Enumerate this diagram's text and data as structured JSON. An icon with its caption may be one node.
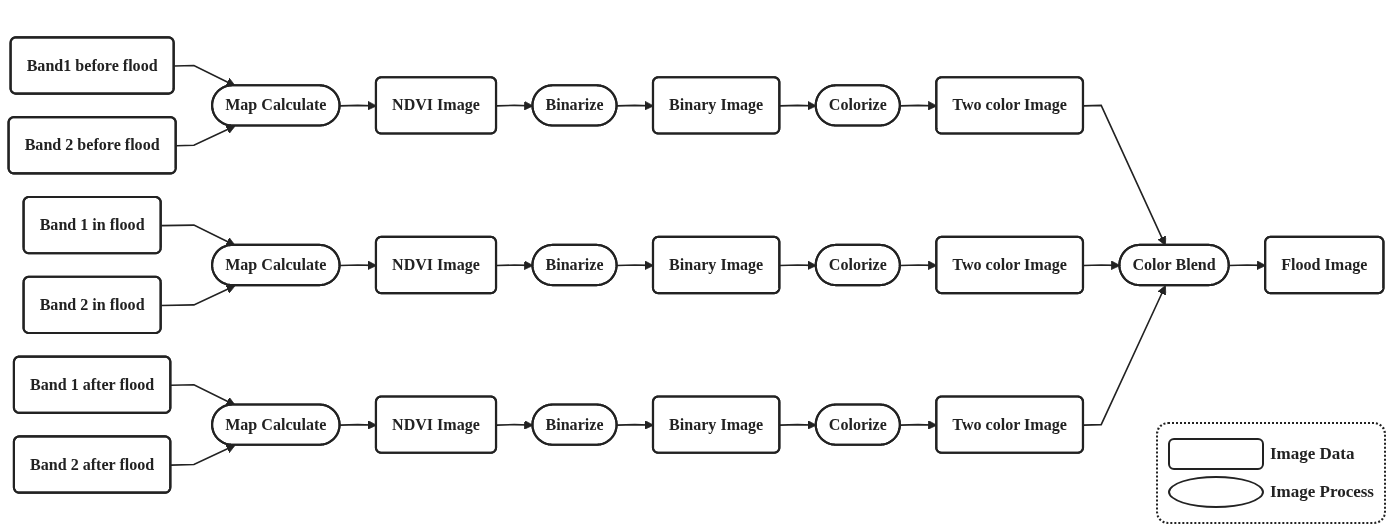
{
  "diagram": {
    "nodes": [
      {
        "text": [
          "Band1 before flood"
        ]
      },
      {
        "text": [
          "Band 2 before flood"
        ]
      },
      {
        "text": [
          "Map Calculate"
        ]
      },
      {
        "text": [
          "NDVI Image"
        ]
      },
      {
        "text": [
          "Binarize"
        ]
      },
      {
        "text": [
          "Binary Image"
        ]
      },
      {
        "text": [
          "Colorize"
        ]
      },
      {
        "text": [
          "Two color Image"
        ]
      },
      {
        "text": [
          "Band 1 in flood"
        ]
      },
      {
        "text": [
          "Band 2 in flood"
        ]
      },
      {
        "text": [
          "Map Calculate"
        ]
      },
      {
        "text": [
          "NDVI Image"
        ]
      },
      {
        "text": [
          "Binarize"
        ]
      },
      {
        "text": [
          "Binary Image"
        ]
      },
      {
        "text": [
          "Colorize"
        ]
      },
      {
        "text": [
          "Two color Image"
        ]
      },
      {
        "text": [
          "Band 1 after flood"
        ]
      },
      {
        "text": [
          "Band 2 after flood"
        ]
      },
      {
        "text": [
          "Map Calculate"
        ]
      },
      {
        "text": [
          "NDVI Image"
        ]
      },
      {
        "text": [
          "Binarize"
        ]
      },
      {
        "text": [
          "Binary Image"
        ]
      },
      {
        "text": [
          "Colorize"
        ]
      },
      {
        "text": [
          "Two color Image"
        ]
      },
      {
        "text": [
          "Color Blend"
        ]
      },
      {
        "text": [
          "Flood Image"
        ]
      }
    ],
    "edges": [
      {
        "from": 0,
        "to": 2,
        "arrow": "to"
      },
      {
        "from": 1,
        "to": 2,
        "arrow": "to"
      },
      {
        "from": 2,
        "to": 3,
        "arrow": "to"
      },
      {
        "from": 3,
        "to": 4,
        "arrow": "to"
      },
      {
        "from": 4,
        "to": 5,
        "arrow": "to"
      },
      {
        "from": 5,
        "to": 6,
        "arrow": "to"
      },
      {
        "from": 6,
        "to": 7,
        "arrow": "to"
      },
      {
        "from": 8,
        "to": 10,
        "arrow": "to"
      },
      {
        "from": 9,
        "to": 10,
        "arrow": "to"
      },
      {
        "from": 10,
        "to": 11,
        "arrow": "to"
      },
      {
        "from": 11,
        "to": 12,
        "arrow": "to"
      },
      {
        "from": 12,
        "to": 13,
        "arrow": "to"
      },
      {
        "from": 13,
        "to": 14,
        "arrow": "to"
      },
      {
        "from": 14,
        "to": 15,
        "arrow": "to"
      },
      {
        "from": 16,
        "to": 18,
        "arrow": "to"
      },
      {
        "from": 17,
        "to": 18,
        "arrow": "to"
      },
      {
        "from": 18,
        "to": 19,
        "arrow": "to"
      },
      {
        "from": 19,
        "to": 20,
        "arrow": "to"
      },
      {
        "from": 20,
        "to": 21,
        "arrow": "to"
      },
      {
        "from": 21,
        "to": 22,
        "arrow": "to"
      },
      {
        "from": 22,
        "to": 23,
        "arrow": "to"
      },
      {
        "from": 7,
        "to": 24,
        "arrow": "to"
      },
      {
        "from": 15,
        "to": 24,
        "arrow": "to"
      },
      {
        "from": 23,
        "to": 24,
        "arrow": "to"
      },
      {
        "from": 24,
        "to": 25,
        "arrow": "to"
      }
    ],
    "legend": [
      {
        "text": "Image Data"
      },
      {
        "text": "Image Process"
      }
    ]
  }
}
